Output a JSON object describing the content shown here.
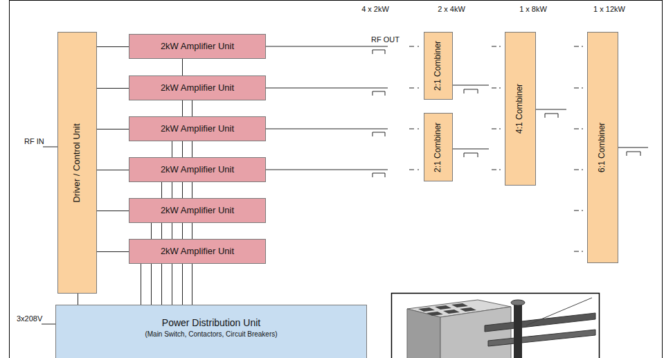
{
  "diagram": {
    "nodes": [
      {
        "text": [
          "Driver / Control Unit"
        ]
      },
      {
        "text": [
          "2kW Amplifier Unit"
        ]
      },
      {
        "text": [
          "2kW Amplifier Unit"
        ]
      },
      {
        "text": [
          "2kW Amplifier Unit"
        ]
      },
      {
        "text": [
          "2kW Amplifier Unit"
        ]
      },
      {
        "text": [
          "2kW Amplifier Unit"
        ]
      },
      {
        "text": [
          "2kW Amplifier Unit"
        ]
      },
      {
        "text": [
          "2:1 Combiner"
        ]
      },
      {
        "text": [
          "2:1 Combiner"
        ]
      },
      {
        "text": [
          "4:1 Combiner"
        ]
      },
      {
        "text": [
          "6:1 Combiner"
        ]
      },
      {
        "text": [
          "Power Distribution Unit",
          "(Main Switch, Contactors, Circuit Breakers)"
        ]
      }
    ],
    "edges": [
      {
        "from": 0,
        "to": 1,
        "arrow": "none"
      },
      {
        "from": 0,
        "to": 2,
        "arrow": "none"
      },
      {
        "from": 0,
        "to": 3,
        "arrow": "none"
      },
      {
        "from": 0,
        "to": 4,
        "arrow": "none"
      },
      {
        "from": 0,
        "to": 5,
        "arrow": "none"
      },
      {
        "from": 0,
        "to": 6,
        "arrow": "none"
      },
      {
        "from": 11,
        "to": 0,
        "arrow": "none"
      },
      {
        "from": 11,
        "to": 1,
        "arrow": "none"
      },
      {
        "from": 11,
        "to": 2,
        "arrow": "none"
      },
      {
        "from": 11,
        "to": 3,
        "arrow": "none"
      },
      {
        "from": 11,
        "to": 4,
        "arrow": "none"
      },
      {
        "from": 11,
        "to": 5,
        "arrow": "none"
      },
      {
        "from": 11,
        "to": 6,
        "arrow": "none"
      }
    ],
    "labels": [
      "4 x 2kW",
      "2 x 4kW",
      "1 x 8kW",
      "1 x 12kW",
      "RF OUT",
      "RF IN",
      "3x208V"
    ]
  }
}
